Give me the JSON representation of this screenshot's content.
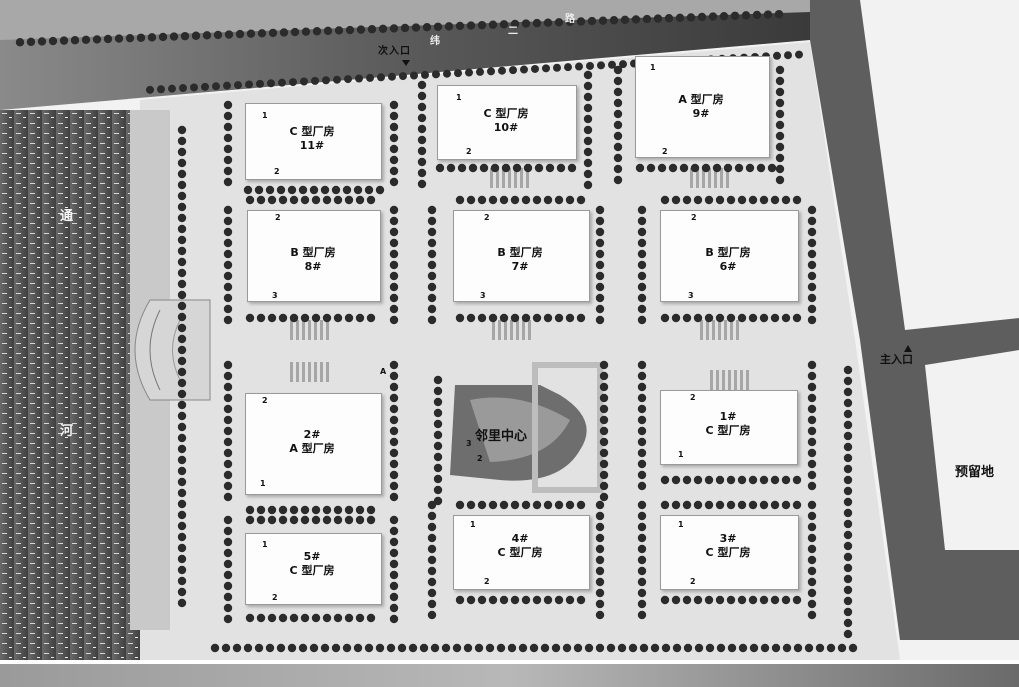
{
  "map": {
    "road_north": [
      "次入口",
      "纬",
      "二",
      "路"
    ],
    "river": [
      "通",
      "河"
    ],
    "main_entrance": "主入口",
    "reserved_land": "预留地",
    "community_center": "邻里中心",
    "community_center_markers": [
      "3",
      "2"
    ],
    "buildings": [
      {
        "id": "b11",
        "line1": "C 型厂房",
        "line2": "11#",
        "corner_a": "1",
        "corner_b": "2"
      },
      {
        "id": "b10",
        "line1": "C 型厂房",
        "line2": "10#",
        "corner_a": "1",
        "corner_b": "2"
      },
      {
        "id": "b9",
        "line1": "A 型厂房",
        "line2": "9#",
        "corner_a": "1",
        "corner_b": "2"
      },
      {
        "id": "b8",
        "line1": "B 型厂房",
        "line2": "8#",
        "corner_a": "2",
        "corner_b": "3"
      },
      {
        "id": "b7",
        "line1": "B 型厂房",
        "line2": "7#",
        "corner_a": "2",
        "corner_b": "3"
      },
      {
        "id": "b6",
        "line1": "B 型厂房",
        "line2": "6#",
        "corner_a": "2",
        "corner_b": "3"
      },
      {
        "id": "b2",
        "line1": "2#",
        "line2": "A 型厂房",
        "corner_a": "2",
        "corner_b": "1"
      },
      {
        "id": "b1",
        "line1": "1#",
        "line2": "C 型厂房",
        "corner_a": "2",
        "corner_b": "1"
      },
      {
        "id": "b5",
        "line1": "5#",
        "line2": "C 型厂房",
        "corner_a": "1",
        "corner_b": "2"
      },
      {
        "id": "b4",
        "line1": "4#",
        "line2": "C 型厂房",
        "corner_a": "1",
        "corner_b": "2"
      },
      {
        "id": "b3",
        "line1": "3#",
        "line2": "C 型厂房",
        "corner_a": "1",
        "corner_b": "2"
      }
    ],
    "small_marker": "A",
    "colors": {
      "road": "#6f6f6f",
      "tree": "#2b2b2b",
      "building": "#fdfdfd",
      "site": "#e9e9e9",
      "water": "#4a4a4a"
    }
  }
}
